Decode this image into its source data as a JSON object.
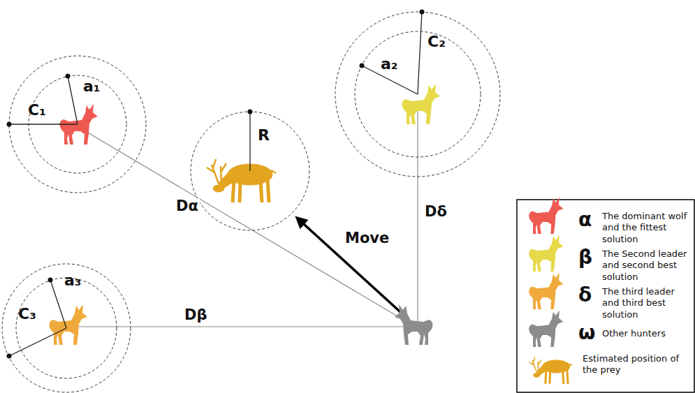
{
  "diagram": {
    "nodes": [
      {
        "text": [
          "a₁",
          "C₁"
        ]
      },
      {
        "text": [
          "R"
        ]
      },
      {
        "text": [
          "a₂",
          "C₂"
        ]
      },
      {
        "text": [
          "a₃",
          "C₃"
        ]
      }
    ],
    "labels": [
      "Dα",
      "Dβ",
      "Dδ",
      "Move",
      "α",
      "β",
      "δ",
      "ω"
    ],
    "legend": [
      {
        "text": "The dominant wolf and the fittest solution"
      },
      {
        "text": "The Second leader and second best solution"
      },
      {
        "text": "The third leader and third best solution"
      },
      {
        "text": "Other hunters"
      },
      {
        "text": "Estimated position of the prey"
      }
    ]
  }
}
